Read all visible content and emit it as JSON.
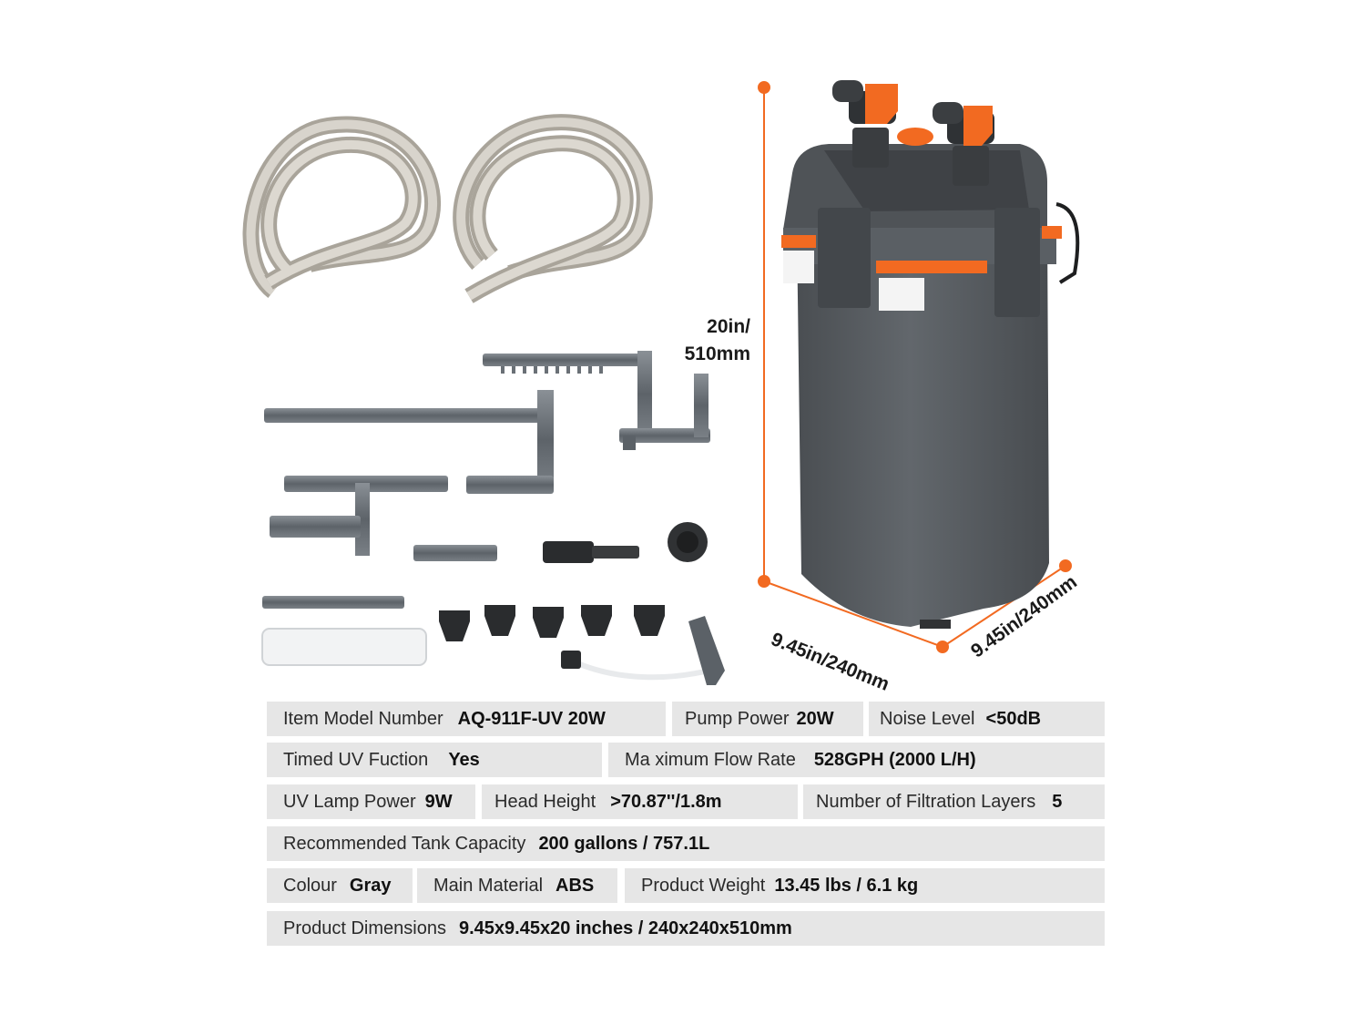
{
  "dimensions": {
    "height_line1": "20in/",
    "height_line2": "510mm",
    "width": "9.45in/240mm",
    "depth": "9.45in/240mm"
  },
  "colors": {
    "accent": "#f26a21",
    "body": "#555a5f",
    "cell_bg": "#e6e6e6"
  },
  "specs": {
    "model": {
      "label": "Item Model Number",
      "value": "AQ-911F-UV 20W"
    },
    "pump": {
      "label": "Pump Power",
      "value": "20W"
    },
    "noise": {
      "label": "Noise Level",
      "value": "<50dB"
    },
    "timed": {
      "label": "Timed UV Fuction",
      "value": "Yes"
    },
    "flow": {
      "label": "Ma ximum Flow Rate",
      "value": "528GPH (2000 L/H)"
    },
    "uv": {
      "label": "UV Lamp Power",
      "value": "9W"
    },
    "head": {
      "label": "Head Height",
      "value": ">70.87''/1.8m"
    },
    "layers": {
      "label": "Number of Filtration Layers",
      "value": "5"
    },
    "tank": {
      "label": "Recommended Tank Capacity",
      "value": "200 gallons / 757.1L"
    },
    "colour": {
      "label": "Colour",
      "value": "Gray"
    },
    "material": {
      "label": "Main Material",
      "value": "ABS"
    },
    "weight": {
      "label": "Product Weight",
      "value": "13.45 lbs / 6.1 kg"
    },
    "dims": {
      "label": "Product Dimensions",
      "value": "9.45x9.45x20 inches / 240x240x510mm"
    }
  }
}
